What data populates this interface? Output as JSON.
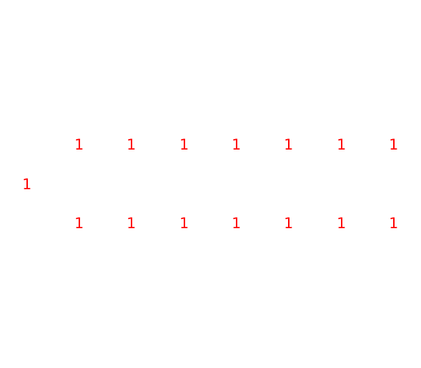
{
  "colors": {
    "text": "#ff0000",
    "background": "#ffffff"
  },
  "left_value": "1",
  "top_row": [
    "1",
    "1",
    "1",
    "1",
    "1",
    "1",
    "1"
  ],
  "bottom_row": [
    "1",
    "1",
    "1",
    "1",
    "1",
    "1",
    "1"
  ]
}
